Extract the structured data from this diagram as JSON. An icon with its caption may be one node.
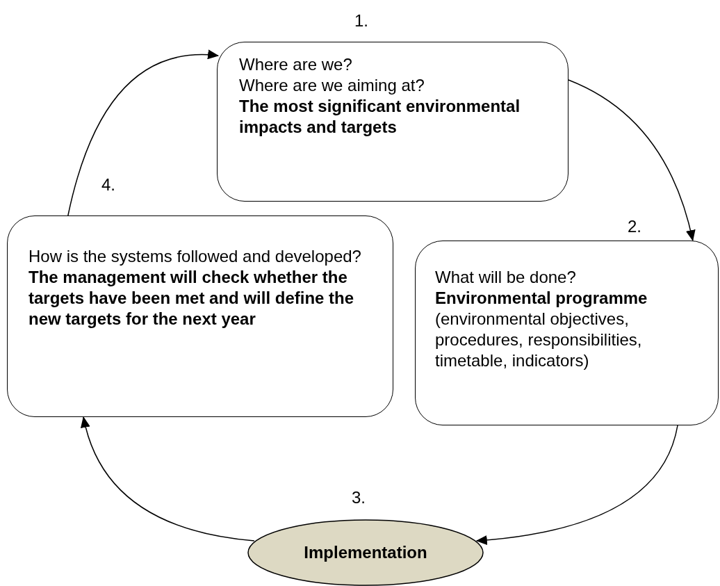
{
  "diagram": {
    "nodes": [
      {
        "text": [
          "Where are we?",
          "Where are we aiming at?",
          "The most significant environmental impacts and targets"
        ]
      },
      {
        "text": [
          "How is the systems followed and developed?",
          "The management will check whether the targets have been met and will define the new targets for the next year"
        ]
      },
      {
        "text": [
          "What will be done?",
          "Environmental programme",
          "(environmental objectives, procedures, responsibilities, timetable, indicators)"
        ]
      },
      {
        "text": [
          "Implementation"
        ]
      }
    ],
    "edges": [
      {
        "from": 1,
        "to": 0,
        "arrow": "to"
      },
      {
        "from": 0,
        "to": 2,
        "arrow": "to"
      },
      {
        "from": 2,
        "to": 3,
        "arrow": "to"
      },
      {
        "from": 3,
        "to": 1,
        "arrow": "to"
      }
    ],
    "labels": [
      "1.",
      "4.",
      "2.",
      "3."
    ]
  }
}
